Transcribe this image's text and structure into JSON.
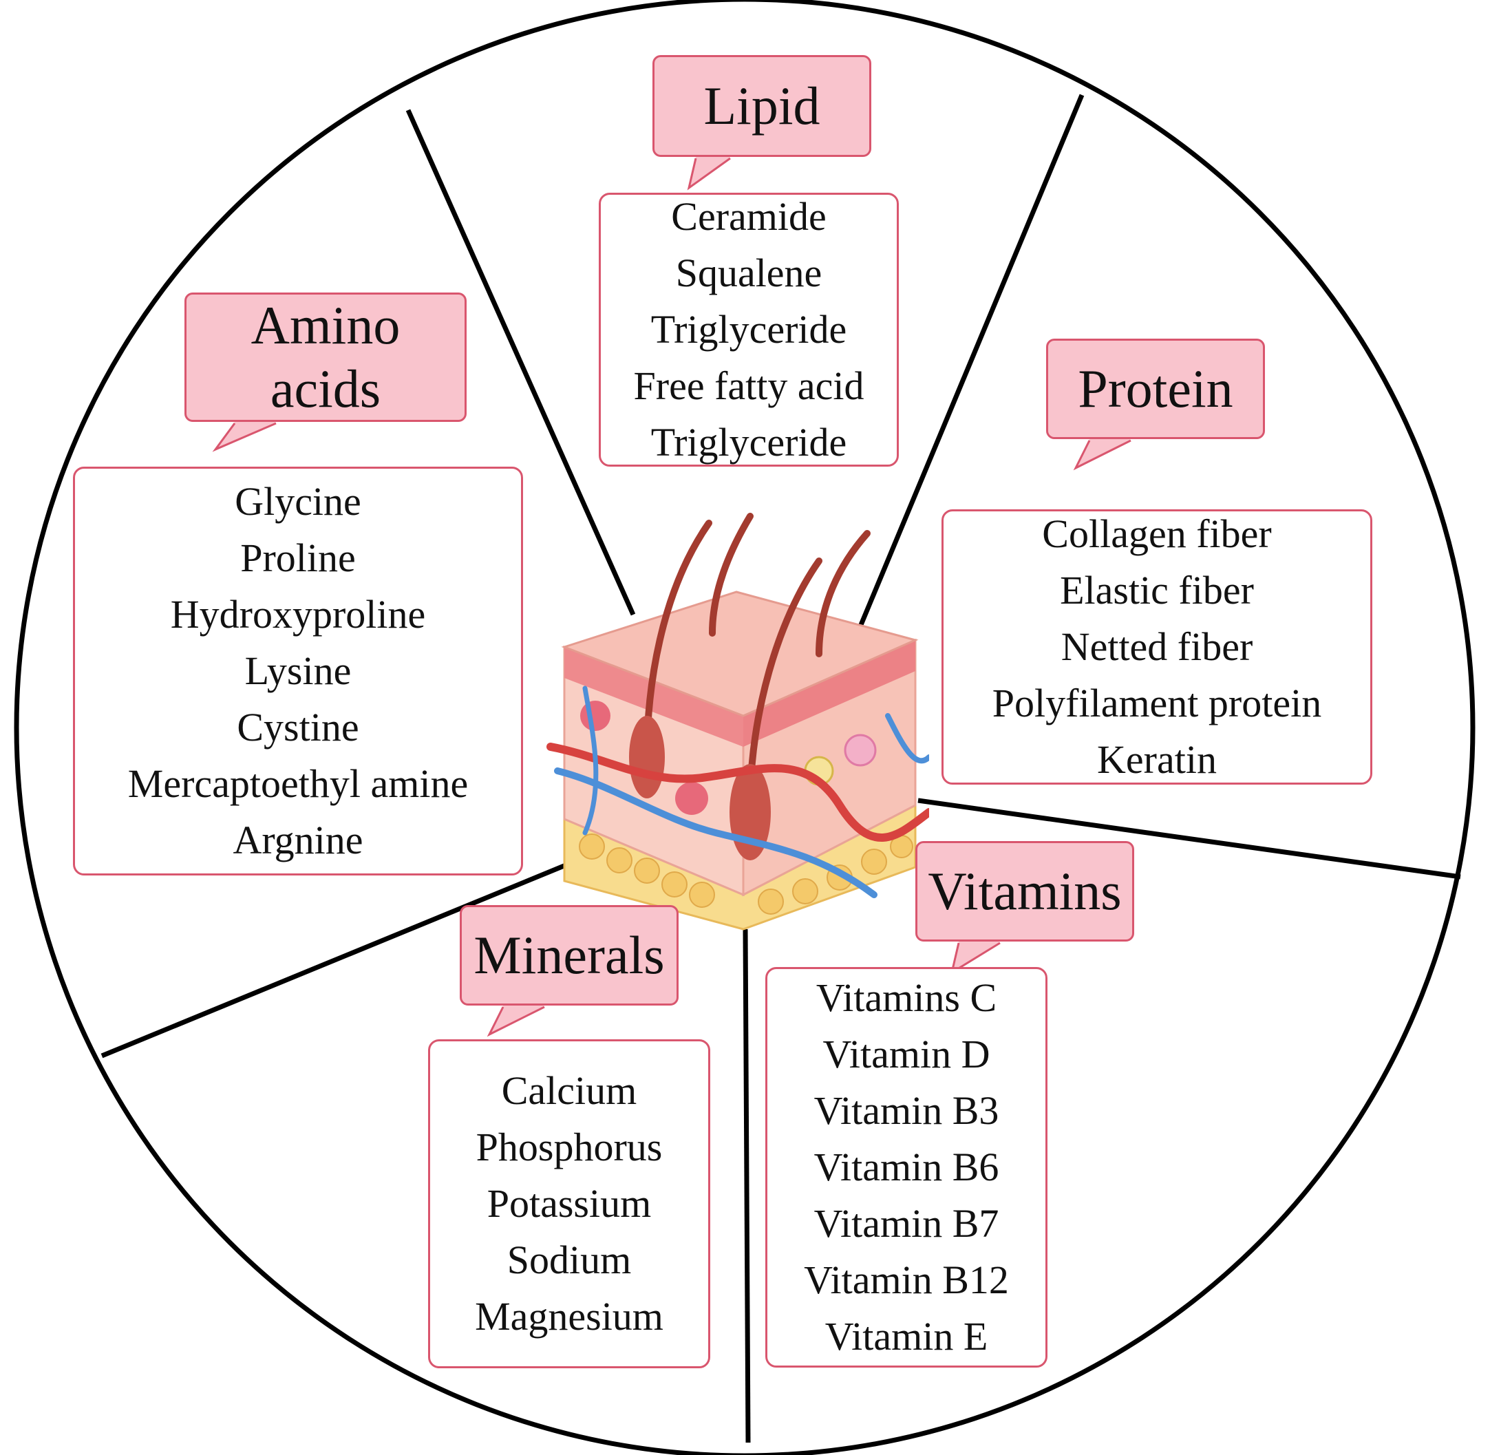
{
  "sectors": [
    {
      "id": "lipid",
      "label": "Lipid",
      "items": [
        "Ceramide",
        "Squalene",
        "Triglyceride",
        "Free fatty acid",
        "Triglyceride"
      ]
    },
    {
      "id": "protein",
      "label": "Protein",
      "items": [
        "Collagen fiber",
        "Elastic fiber",
        "Netted fiber",
        "Polyfilament protein",
        "Keratin"
      ]
    },
    {
      "id": "vitamins",
      "label": "Vitamins",
      "items": [
        "Vitamins C",
        "Vitamin D",
        "Vitamin B3",
        "Vitamin B6",
        "Vitamin B7",
        "Vitamin B12",
        "Vitamin E"
      ]
    },
    {
      "id": "minerals",
      "label": "Minerals",
      "items": [
        "Calcium",
        "Phosphorus",
        "Potassium",
        "Sodium",
        "Magnesium"
      ]
    },
    {
      "id": "amino-acids",
      "label": "Amino acids",
      "label_lines": [
        "Amino",
        "acids"
      ],
      "items": [
        "Glycine",
        "Proline",
        "Hydroxyproline",
        "Lysine",
        "Cystine",
        "Mercaptoethyl amine",
        "Argnine"
      ]
    }
  ],
  "colors": {
    "callout_fill": "#f9c4cd",
    "callout_border": "#d9566e",
    "list_border": "#d9566e",
    "wheel_line": "#000000"
  },
  "center_icon": "skin-cross-section-icon"
}
